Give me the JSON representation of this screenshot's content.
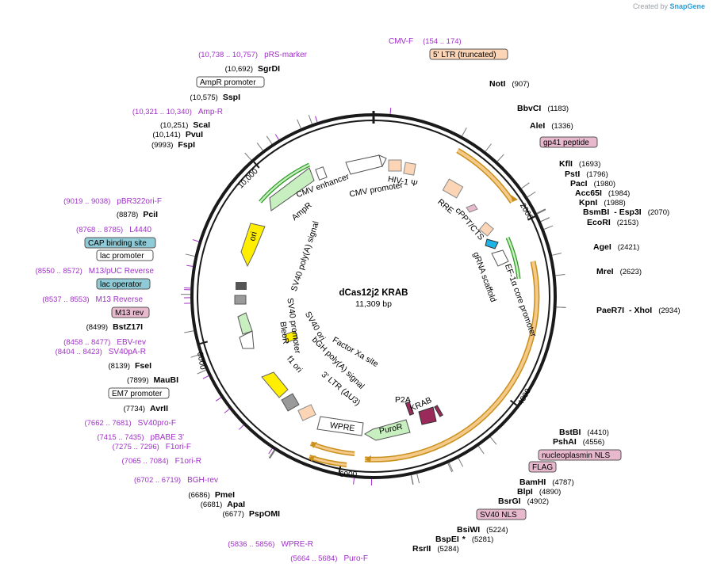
{
  "credit": {
    "prefix": "Created by",
    "brand": "SnapGene"
  },
  "plasmid": {
    "name": "dCas12j2 KRAB",
    "length": "11,309 bp",
    "bp": 11309
  },
  "ticks": [
    {
      "label": "2000",
      "pos": 2000
    },
    {
      "label": "4000",
      "pos": 4000
    },
    {
      "label": "6000",
      "pos": 6000
    },
    {
      "label": "8000",
      "pos": 8000
    },
    {
      "label": "10,000",
      "pos": 10000
    }
  ],
  "enzymes_right": [
    {
      "name": "NotI",
      "pos": "(907)",
      "at": 907
    },
    {
      "name": "BbvCI",
      "pos": "(1183)",
      "at": 1183
    },
    {
      "name": "AleI",
      "pos": "(1336)",
      "at": 1336
    },
    {
      "name": "KflI",
      "pos": "(1693)",
      "at": 1693
    },
    {
      "name": "PstI",
      "pos": "(1796)",
      "at": 1796
    },
    {
      "name": "PacI",
      "pos": "(1980)",
      "at": 1980
    },
    {
      "name": "Acc65I",
      "pos": "(1984)",
      "at": 1984
    },
    {
      "name": "KpnI",
      "pos": "(1988)",
      "at": 1988
    },
    {
      "name": "BsmBI",
      "pos": "",
      "at": 2070
    },
    {
      "name": "Esp3I",
      "pos": "(2070)",
      "at": 2070
    },
    {
      "name": "EcoRI",
      "pos": "(2153)",
      "at": 2153
    },
    {
      "name": "AgeI",
      "pos": "(2421)",
      "at": 2421
    },
    {
      "name": "MreI",
      "pos": "(2623)",
      "at": 2623
    },
    {
      "name": "PaeR7I",
      "pos": "",
      "at": 2934
    },
    {
      "name": "XhoI",
      "pos": "(2934)",
      "at": 2934
    },
    {
      "name": "BstBI",
      "pos": "(4410)",
      "at": 4410
    },
    {
      "name": "PshAI",
      "pos": "(4556)",
      "at": 4556
    },
    {
      "name": "BamHI",
      "pos": "(4787)",
      "at": 4787
    },
    {
      "name": "BlpI",
      "pos": "(4890)",
      "at": 4890
    },
    {
      "name": "BsrGI",
      "pos": "(4902)",
      "at": 4902
    },
    {
      "name": "BsiWI",
      "pos": "(5224)",
      "at": 5224
    },
    {
      "name": "BspEI",
      "pos": "(5281)",
      "at": 5281,
      "mark": "*"
    },
    {
      "name": "RsrII",
      "pos": "(5284)",
      "at": 5284
    }
  ],
  "enzymes_left": [
    {
      "name": "SgrDI",
      "pos": "(10,692)",
      "at": 10692
    },
    {
      "name": "SspI",
      "pos": "(10,575)",
      "at": 10575
    },
    {
      "name": "ScaI",
      "pos": "(10,251)",
      "at": 10251
    },
    {
      "name": "PvuI",
      "pos": "(10,141)",
      "at": 10141
    },
    {
      "name": "FspI",
      "pos": "(9993)",
      "at": 9993
    },
    {
      "name": "PciI",
      "pos": "(8878)",
      "at": 8878
    },
    {
      "name": "BstZ17I",
      "pos": "(8499)",
      "at": 8499
    },
    {
      "name": "FseI",
      "pos": "(8139)",
      "at": 8139
    },
    {
      "name": "MauBI",
      "pos": "(7899)",
      "at": 7899
    },
    {
      "name": "AvrII",
      "pos": "(7734)",
      "at": 7734
    },
    {
      "name": "PmeI",
      "pos": "(6686)",
      "at": 6686
    },
    {
      "name": "ApaI",
      "pos": "(6681)",
      "at": 6681
    },
    {
      "name": "PspOMI",
      "pos": "(6677)",
      "at": 6677
    }
  ],
  "primers": [
    {
      "name": "CMV-F",
      "pos": "(154 .. 174)",
      "at": 164
    },
    {
      "name": "pRS-marker",
      "pos": "(10,738 .. 10,757)",
      "at": 10747
    },
    {
      "name": "Amp-R",
      "pos": "(10,321 .. 10,340)",
      "at": 10330
    },
    {
      "name": "pBR322ori-F",
      "pos": "(9019 .. 9038)",
      "at": 9028
    },
    {
      "name": "L4440",
      "pos": "(8768 .. 8785)",
      "at": 8776
    },
    {
      "name": "M13/pUC Reverse",
      "pos": "(8550 .. 8572)",
      "at": 8561
    },
    {
      "name": "M13 Reverse",
      "pos": "(8537 .. 8553)",
      "at": 8545
    },
    {
      "name": "EBV-rev",
      "pos": "(8458 .. 8477)",
      "at": 8467
    },
    {
      "name": "SV40pA-R",
      "pos": "(8404 .. 8423)",
      "at": 8413
    },
    {
      "name": "SV40pro-F",
      "pos": "(7662 .. 7681)",
      "at": 7671
    },
    {
      "name": "pBABE 3'",
      "pos": "(7415 .. 7435)",
      "at": 7425
    },
    {
      "name": "F1ori-F",
      "pos": "(7275 .. 7296)",
      "at": 7285
    },
    {
      "name": "F1ori-R",
      "pos": "(7065 .. 7084)",
      "at": 7074
    },
    {
      "name": "BGH-rev",
      "pos": "(6702 .. 6719)",
      "at": 6710
    },
    {
      "name": "WPRE-R",
      "pos": "(5836 .. 5856)",
      "at": 5846
    },
    {
      "name": "Puro-F",
      "pos": "(5664 .. 5684)",
      "at": 5674
    }
  ],
  "boxed_features": [
    {
      "name": "5' LTR (truncated)",
      "style": "peach"
    },
    {
      "name": "gp41 peptide",
      "style": "pink"
    },
    {
      "name": "nucleoplasmin NLS",
      "style": "pink"
    },
    {
      "name": "FLAG",
      "style": "pink"
    },
    {
      "name": "SV40 NLS",
      "style": "pink"
    },
    {
      "name": "AmpR promoter",
      "style": "white"
    },
    {
      "name": "CAP binding site",
      "style": "teal"
    },
    {
      "name": "lac promoter",
      "style": "white"
    },
    {
      "name": "lac operator",
      "style": "teal"
    },
    {
      "name": "M13 rev",
      "style": "pink"
    },
    {
      "name": "EM7 promoter",
      "style": "white"
    }
  ],
  "inner_features": {
    "cmv_enhancer": "CMV enhancer",
    "cmv_promoter": "CMV promoter",
    "hiv_psi": "HIV-1 Ψ",
    "rre": "RRE",
    "cppt": "cPPT/CTS",
    "grna": "gRNA scaffold",
    "ef1a": "EF-1α core promoter",
    "ampr": "AmpR",
    "ori": "ori",
    "sv40_polya": "SV40 poly(A) signal",
    "sv40_promoter": "SV40 promoter",
    "bleor": "BleoR",
    "sv40_ori": "SV40 ori",
    "factor_xa": "Factor Xa site",
    "bgh": "bGH poly(A) signal",
    "f1_ori": "f1 ori",
    "ltr3": "3' LTR (ΔU3)",
    "wpre": "WPRE",
    "puror": "PuroR",
    "p2a": "P2A",
    "krab": "KRAB"
  },
  "colors": {
    "backbone": "#1a1a1a",
    "primer": "#a030c8",
    "cds_orange": "#f5c98a",
    "cds_edge": "#c8901a",
    "marker_green": "#c8efc0",
    "marker_green_edge": "#2a9a20",
    "ori_yellow": "#ffee00",
    "peach": "#fbd5b5",
    "pink": "#e8b8cc",
    "teal": "#8ecbd6",
    "krab": "#9a2a5a",
    "grey": "#9a9a9a"
  }
}
